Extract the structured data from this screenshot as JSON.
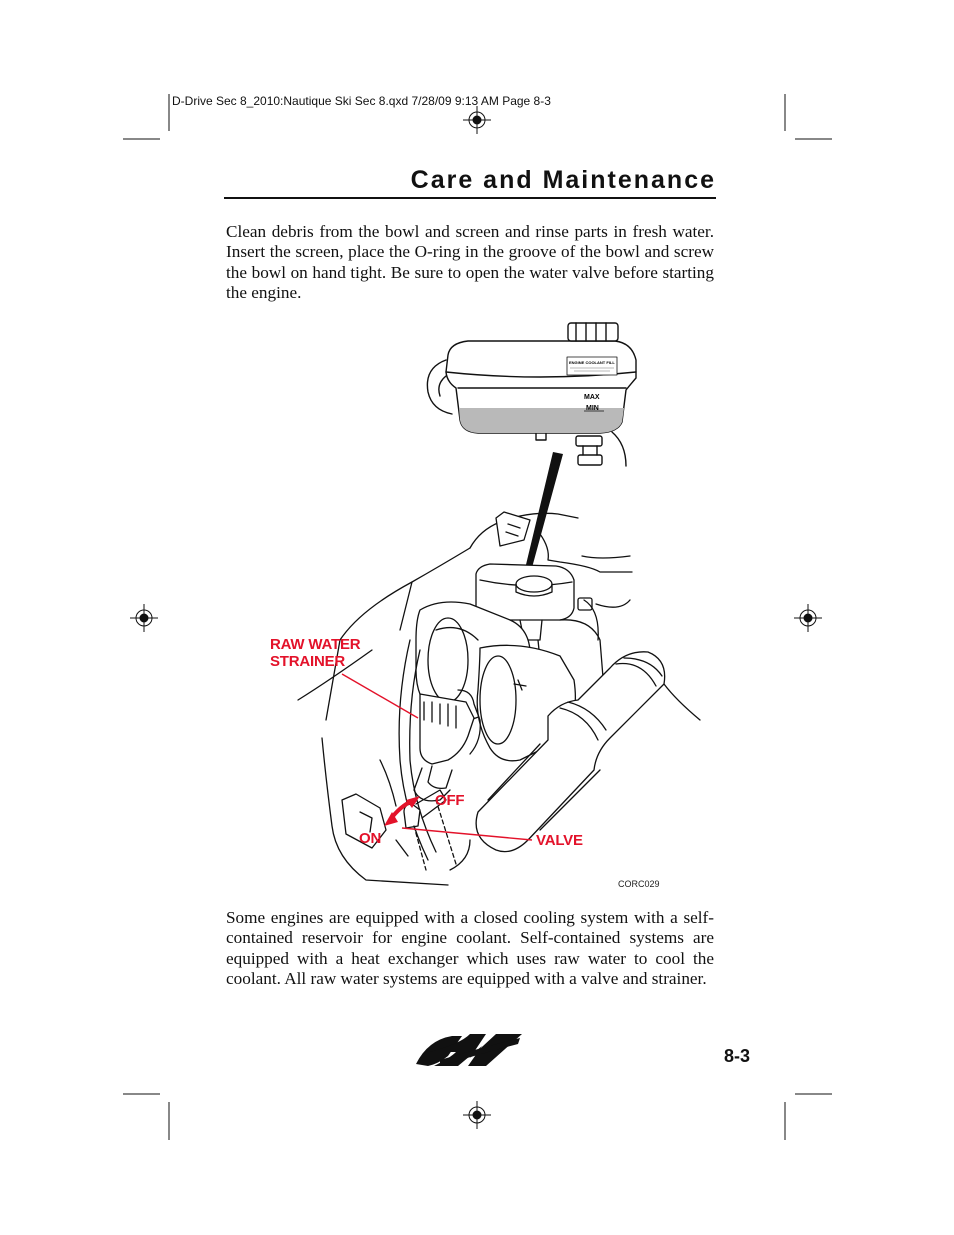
{
  "slug_line": "D-Drive Sec 8_2010:Nautique Ski Sec 8.qxd  7/28/09  9:13 AM  Page 8-3",
  "section_title": "Care and Maintenance",
  "paragraph_1": "Clean debris from the bowl and screen and rinse parts in fresh water. Insert the screen, place the O-ring in the groove of the bowl and screw the bowl on hand tight. Be sure to open the water valve before starting the engine.",
  "figure": {
    "label_strainer_line1": "RAW WATER",
    "label_strainer_line2": "STRAINER",
    "label_off": "OFF",
    "label_on": "ON",
    "label_valve": "VALVE",
    "tank_max": "MAX",
    "tank_min": "MIN",
    "tank_decal_title": "ENGINE COOLANT FILL",
    "code": "CORC029"
  },
  "paragraph_2": "Some engines are equipped with a closed cooling system with a self-contained reservoir for engine coolant. Self-contained systems are equipped with a heat exchanger which uses raw water to cool the coolant. All raw water systems are equipped with a valve and strainer.",
  "page_number": "8-3",
  "colors": {
    "label_red": "#e3122a",
    "ink": "#111111"
  },
  "icons": [
    "registration-mark-icon",
    "crop-mark-icon",
    "nautique-logo-icon"
  ]
}
